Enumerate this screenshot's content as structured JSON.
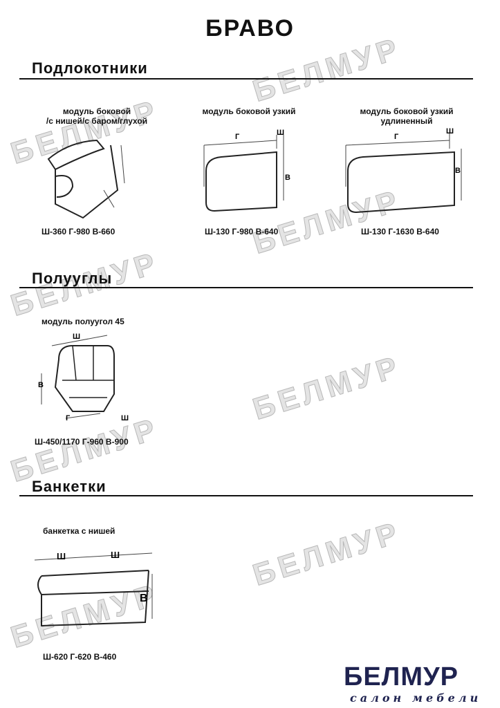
{
  "title": "БРАВО",
  "watermark": "БЕЛМУР",
  "sections": [
    {
      "heading": "Подлокотники",
      "items": [
        {
          "caption_line1": "модуль боковой",
          "caption_line2": "/с нишей/с баром/глухой",
          "dims": "Ш-360 Г-980 В-660"
        },
        {
          "caption_line1": "модуль боковой узкий",
          "dims": "Ш-130 Г-980 В-640"
        },
        {
          "caption_line1": "модуль боковой узкий",
          "caption_line2": "удлиненный",
          "dims": "Ш-130 Г-1630 В-640"
        }
      ]
    },
    {
      "heading": "Полууглы",
      "items": [
        {
          "caption_line1": "модуль полуугол 45",
          "dims": "Ш-450/1170 Г-960 В-900"
        }
      ]
    },
    {
      "heading": "Банкетки",
      "items": [
        {
          "caption_line1": "банкетка с нишей",
          "dims": "Ш-620 Г-620 В-460"
        }
      ]
    }
  ],
  "labels": {
    "w": "Ш",
    "d": "Г",
    "h": "В"
  },
  "logo": {
    "name": "БЕЛМУР",
    "tagline": "салон мебели"
  }
}
